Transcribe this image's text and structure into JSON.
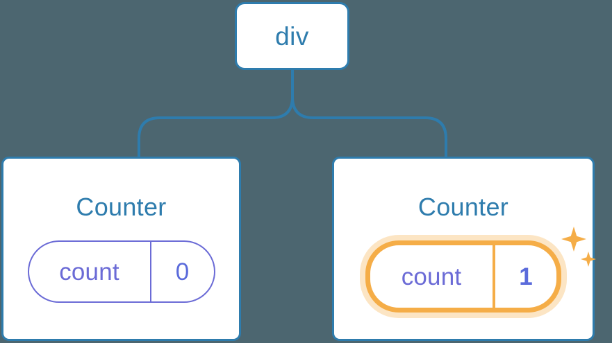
{
  "diagram": {
    "type": "component-tree",
    "background_color": "#4C6670",
    "accent_blue": "#2E7CAD",
    "accent_indigo": "#6B6BD6",
    "accent_orange": "#F5AD47",
    "root": {
      "label": "div"
    },
    "children": [
      {
        "title": "Counter",
        "state": {
          "key": "count",
          "value": "0"
        },
        "highlighted": false
      },
      {
        "title": "Counter",
        "state": {
          "key": "count",
          "value": "1"
        },
        "highlighted": true,
        "sparkle_icons": [
          "sparkle-large",
          "sparkle-small"
        ]
      }
    ]
  }
}
